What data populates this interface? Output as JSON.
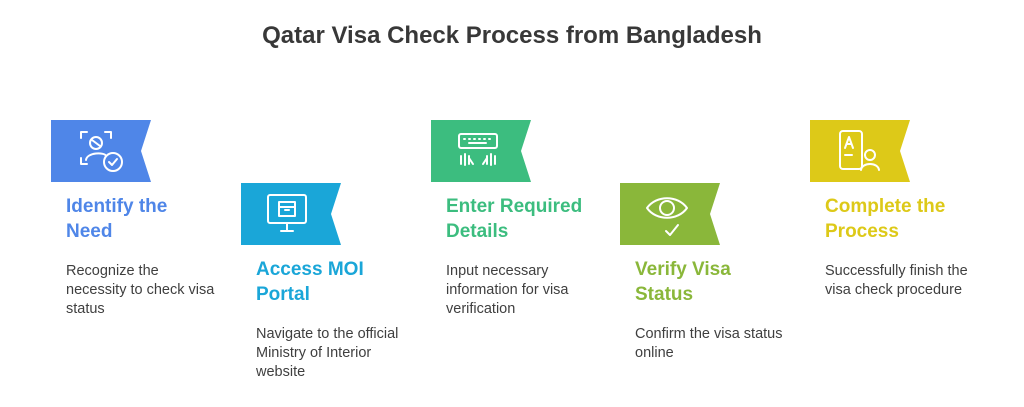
{
  "title": "Qatar Visa Check Process from Bangladesh",
  "steps": [
    {
      "title_line1": "Identify the",
      "title_line2": "Need",
      "description": "Recognize the necessity to check visa status",
      "icon": "user-check-icon",
      "color": "#4f86e8"
    },
    {
      "title_line1": "Access MOI",
      "title_line2": "Portal",
      "description": "Navigate to the official Ministry of Interior website",
      "icon": "monitor-portal-icon",
      "color": "#1aa6d8"
    },
    {
      "title_line1": "Enter Required",
      "title_line2": "Details",
      "description": "Input necessary information for visa verification",
      "icon": "keyboard-typing-icon",
      "color": "#3cbd7f"
    },
    {
      "title_line1": "Verify Visa",
      "title_line2": "Status",
      "description": "Confirm the visa status online",
      "icon": "eye-check-icon",
      "color": "#8ab73a"
    },
    {
      "title_line1": "Complete the",
      "title_line2": "Process",
      "description": "Successfully finish the visa check procedure",
      "icon": "document-user-icon",
      "color": "#ddc918"
    }
  ]
}
